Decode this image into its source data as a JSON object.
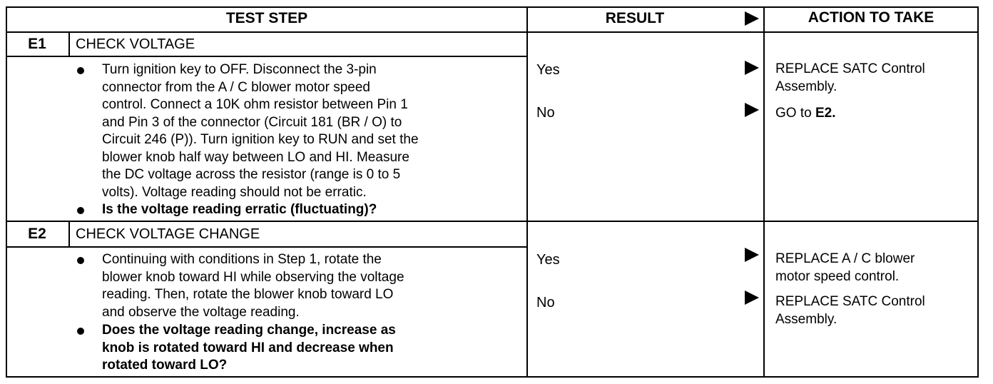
{
  "header": {
    "test_step": "TEST STEP",
    "result": "RESULT",
    "action": "ACTION TO TAKE"
  },
  "steps": [
    {
      "id": "E1",
      "title": "CHECK VOLTAGE",
      "bullets": [
        {
          "text": "Turn ignition key to OFF. Disconnect the 3-pin\nconnector from the A / C blower motor speed\ncontrol. Connect a 10K ohm resistor between Pin 1\nand Pin 3 of the connector (Circuit 181 (BR / O) to\nCircuit 246 (P)). Turn ignition key to RUN and set the\nblower knob half way between LO and HI. Measure\nthe DC voltage across the resistor (range is 0 to 5\nvolts). Voltage reading should not be erratic.",
          "bold": false
        },
        {
          "text": "Is the voltage reading erratic (fluctuating)?",
          "bold": true
        }
      ],
      "results": [
        {
          "result": "Yes",
          "action": "REPLACE SATC Control\nAssembly."
        },
        {
          "result": "No",
          "action_prefix": "GO to ",
          "action_bold": "E2."
        }
      ]
    },
    {
      "id": "E2",
      "title": "CHECK VOLTAGE CHANGE",
      "bullets": [
        {
          "text": "Continuing with conditions in Step 1, rotate the\nblower knob toward HI while observing the voltage\nreading. Then, rotate the blower knob toward LO\nand observe the voltage reading.",
          "bold": false
        },
        {
          "text": "Does the voltage reading change, increase as\nknob is rotated toward HI and decrease when\nrotated toward LO?",
          "bold": true
        }
      ],
      "results": [
        {
          "result": "Yes",
          "action": "REPLACE A / C blower\nmotor speed control."
        },
        {
          "result": "No",
          "action": "REPLACE SATC Control\nAssembly."
        }
      ]
    }
  ]
}
